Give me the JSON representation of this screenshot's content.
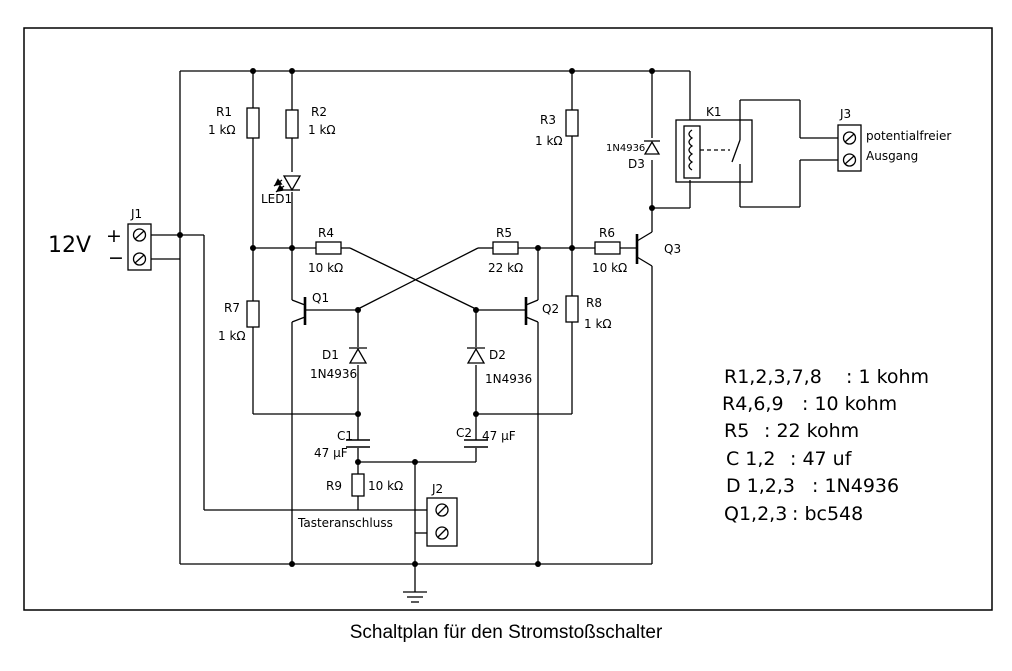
{
  "caption": "Schaltplan für den Stromstoßschalter",
  "supply": {
    "label": "12V",
    "plus": "+",
    "minus": "−"
  },
  "connectors": {
    "J1": "J1",
    "J2": "J2",
    "J3": "J3",
    "J2_label": "Tasteranschluss",
    "J3_line1": "potentialfreier",
    "J3_line2": "Ausgang"
  },
  "relay": {
    "name": "K1"
  },
  "resistors": {
    "R1": {
      "name": "R1",
      "value": "1 kΩ"
    },
    "R2": {
      "name": "R2",
      "value": "1 kΩ"
    },
    "R3": {
      "name": "R3",
      "value": "1 kΩ"
    },
    "R4": {
      "name": "R4",
      "value": "10 kΩ"
    },
    "R5": {
      "name": "R5",
      "value": "22 kΩ"
    },
    "R6": {
      "name": "R6",
      "value": "10 kΩ"
    },
    "R7": {
      "name": "R7",
      "value": "1 kΩ"
    },
    "R8": {
      "name": "R8",
      "value": "1 kΩ"
    },
    "R9": {
      "name": "R9",
      "value": "10 kΩ"
    }
  },
  "diodes": {
    "D1": {
      "name": "D1",
      "value": "1N4936"
    },
    "D2": {
      "name": "D2",
      "value": "1N4936"
    },
    "D3": {
      "name": "D3",
      "value": "1N4936"
    },
    "LED1": {
      "name": "LED1"
    }
  },
  "capacitors": {
    "C1": {
      "name": "C1",
      "value": "47 µF"
    },
    "C2": {
      "name": "C2",
      "value": "47 µF"
    }
  },
  "transistors": {
    "Q1": "Q1",
    "Q2": "Q2",
    "Q3": "Q3"
  },
  "parts_list": [
    {
      "ref": "R1,2,3,7,8",
      "value": ": 1 kohm"
    },
    {
      "ref": "R4,6,9",
      "value": ": 10 kohm"
    },
    {
      "ref": "R5",
      "value": ": 22 kohm"
    },
    {
      "ref": "C  1,2",
      "value": ": 47 uf"
    },
    {
      "ref": "D  1,2,3",
      "value": ": 1N4936"
    },
    {
      "ref": "Q1,2,3",
      "value": ": bc548"
    }
  ]
}
